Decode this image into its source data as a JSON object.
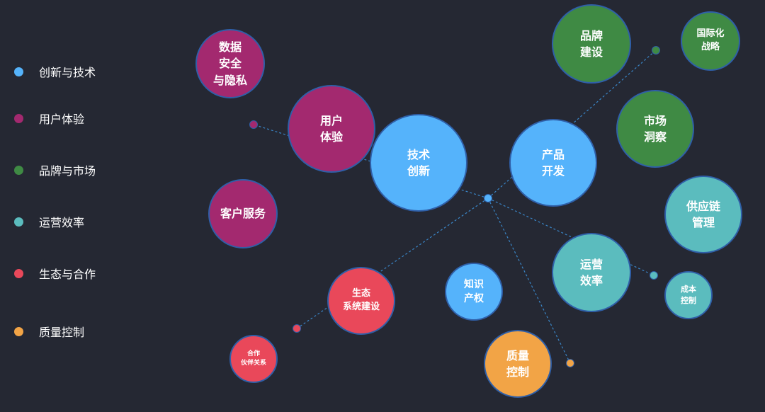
{
  "colors": {
    "blue": "#55b3fb",
    "magenta": "#a3296f",
    "green": "#3f8a44",
    "teal": "#5bbcbe",
    "red": "#e9485a",
    "orange": "#f2a446",
    "line": "#3a86c8"
  },
  "legend": [
    {
      "label": "创新与技术",
      "color": "blue"
    },
    {
      "label": "用户体验",
      "color": "magenta"
    },
    {
      "label": "品牌与市场",
      "color": "green"
    },
    {
      "label": "运营效率",
      "color": "teal"
    },
    {
      "label": "生态与合作",
      "color": "red"
    },
    {
      "label": "质量控制",
      "color": "orange"
    }
  ],
  "bubbles": [
    {
      "id": "data-security",
      "label": "数据\n安全\n与隐私",
      "color": "magenta"
    },
    {
      "id": "user-experience",
      "label": "用户\n体验",
      "color": "magenta"
    },
    {
      "id": "customer-service",
      "label": "客户服务",
      "color": "magenta"
    },
    {
      "id": "tech-innovation",
      "label": "技术\n创新",
      "color": "blue"
    },
    {
      "id": "product-dev",
      "label": "产品\n开发",
      "color": "blue"
    },
    {
      "id": "ip",
      "label": "知识\n产权",
      "color": "blue"
    },
    {
      "id": "brand",
      "label": "品牌\n建设",
      "color": "green"
    },
    {
      "id": "intl",
      "label": "国际化\n战略",
      "color": "green"
    },
    {
      "id": "market",
      "label": "市场\n洞察",
      "color": "green"
    },
    {
      "id": "supply-chain",
      "label": "供应链\n管理",
      "color": "teal"
    },
    {
      "id": "operations",
      "label": "运营\n效率",
      "color": "teal"
    },
    {
      "id": "cost",
      "label": "成本\n控制",
      "color": "teal"
    },
    {
      "id": "ecosystem",
      "label": "生态\n系统建设",
      "color": "red"
    },
    {
      "id": "partners",
      "label": "合作\n伙伴关系",
      "color": "red"
    },
    {
      "id": "quality",
      "label": "质量\n控制",
      "color": "orange"
    }
  ],
  "nodes": [
    {
      "id": "center",
      "color": "blue"
    },
    {
      "id": "node-magenta",
      "color": "magenta"
    },
    {
      "id": "node-green",
      "color": "green"
    },
    {
      "id": "node-teal",
      "color": "teal"
    },
    {
      "id": "node-red",
      "color": "red"
    },
    {
      "id": "node-orange",
      "color": "orange"
    }
  ]
}
